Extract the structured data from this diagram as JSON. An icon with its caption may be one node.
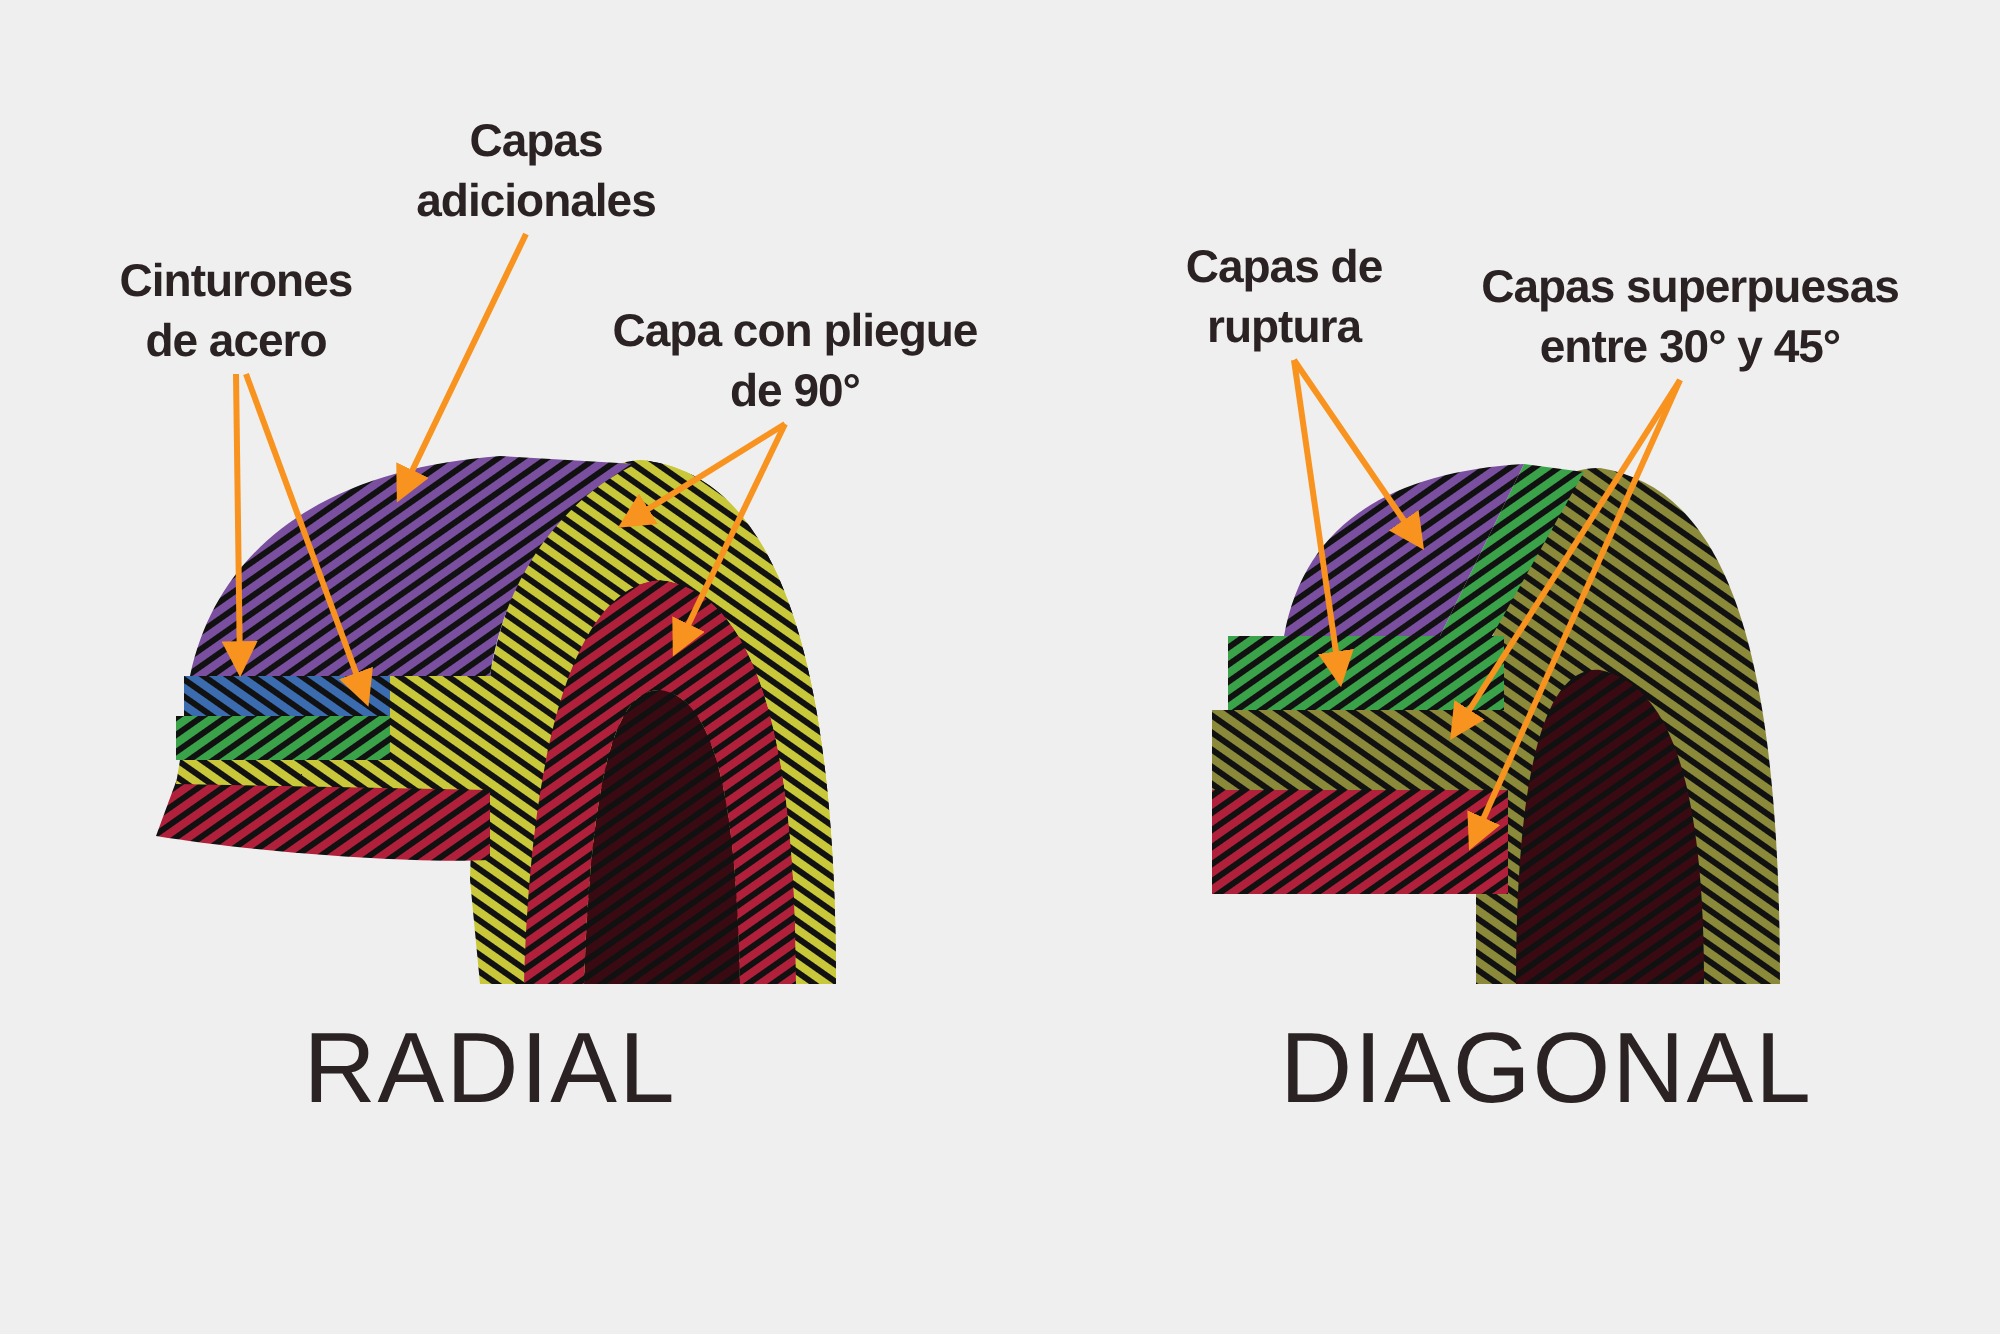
{
  "diagram": {
    "nodes": [
      {
        "text": [
          "Cinturones de acero"
        ]
      },
      {
        "text": [
          "Capas adicionales"
        ]
      },
      {
        "text": [
          "Capa con pliegue de 90°"
        ]
      },
      {
        "text": [
          "Capas de ruptura"
        ]
      },
      {
        "text": [
          "Capas superpuesas entre 30° y 45°"
        ]
      },
      {
        "text": [],
        "shape": "box"
      },
      {
        "text": [],
        "shape": "box"
      },
      {
        "text": [],
        "shape": "picture"
      },
      {
        "text": [],
        "shape": "picture"
      },
      {
        "text": [],
        "shape": "picture"
      },
      {
        "text": [],
        "shape": "picture"
      },
      {
        "text": [],
        "shape": "box"
      },
      {
        "text": [],
        "shape": "box"
      },
      {
        "text": [],
        "shape": "box"
      }
    ],
    "edges": [
      {
        "from": 0,
        "to": 5,
        "arrow": "to"
      },
      {
        "from": 0,
        "to": 6,
        "arrow": "to"
      },
      {
        "from": 1,
        "to": 7,
        "arrow": "to"
      },
      {
        "from": 2,
        "to": 8,
        "arrow": "to"
      },
      {
        "from": 2,
        "to": 9,
        "arrow": "to"
      },
      {
        "from": 3,
        "to": 10,
        "arrow": "to"
      },
      {
        "from": 3,
        "to": 11,
        "arrow": "to"
      },
      {
        "from": 4,
        "to": 12,
        "arrow": "to"
      },
      {
        "from": 4,
        "to": 13,
        "arrow": "to"
      }
    ],
    "labels": [
      "RADIAL",
      "DIAGONAL"
    ]
  }
}
